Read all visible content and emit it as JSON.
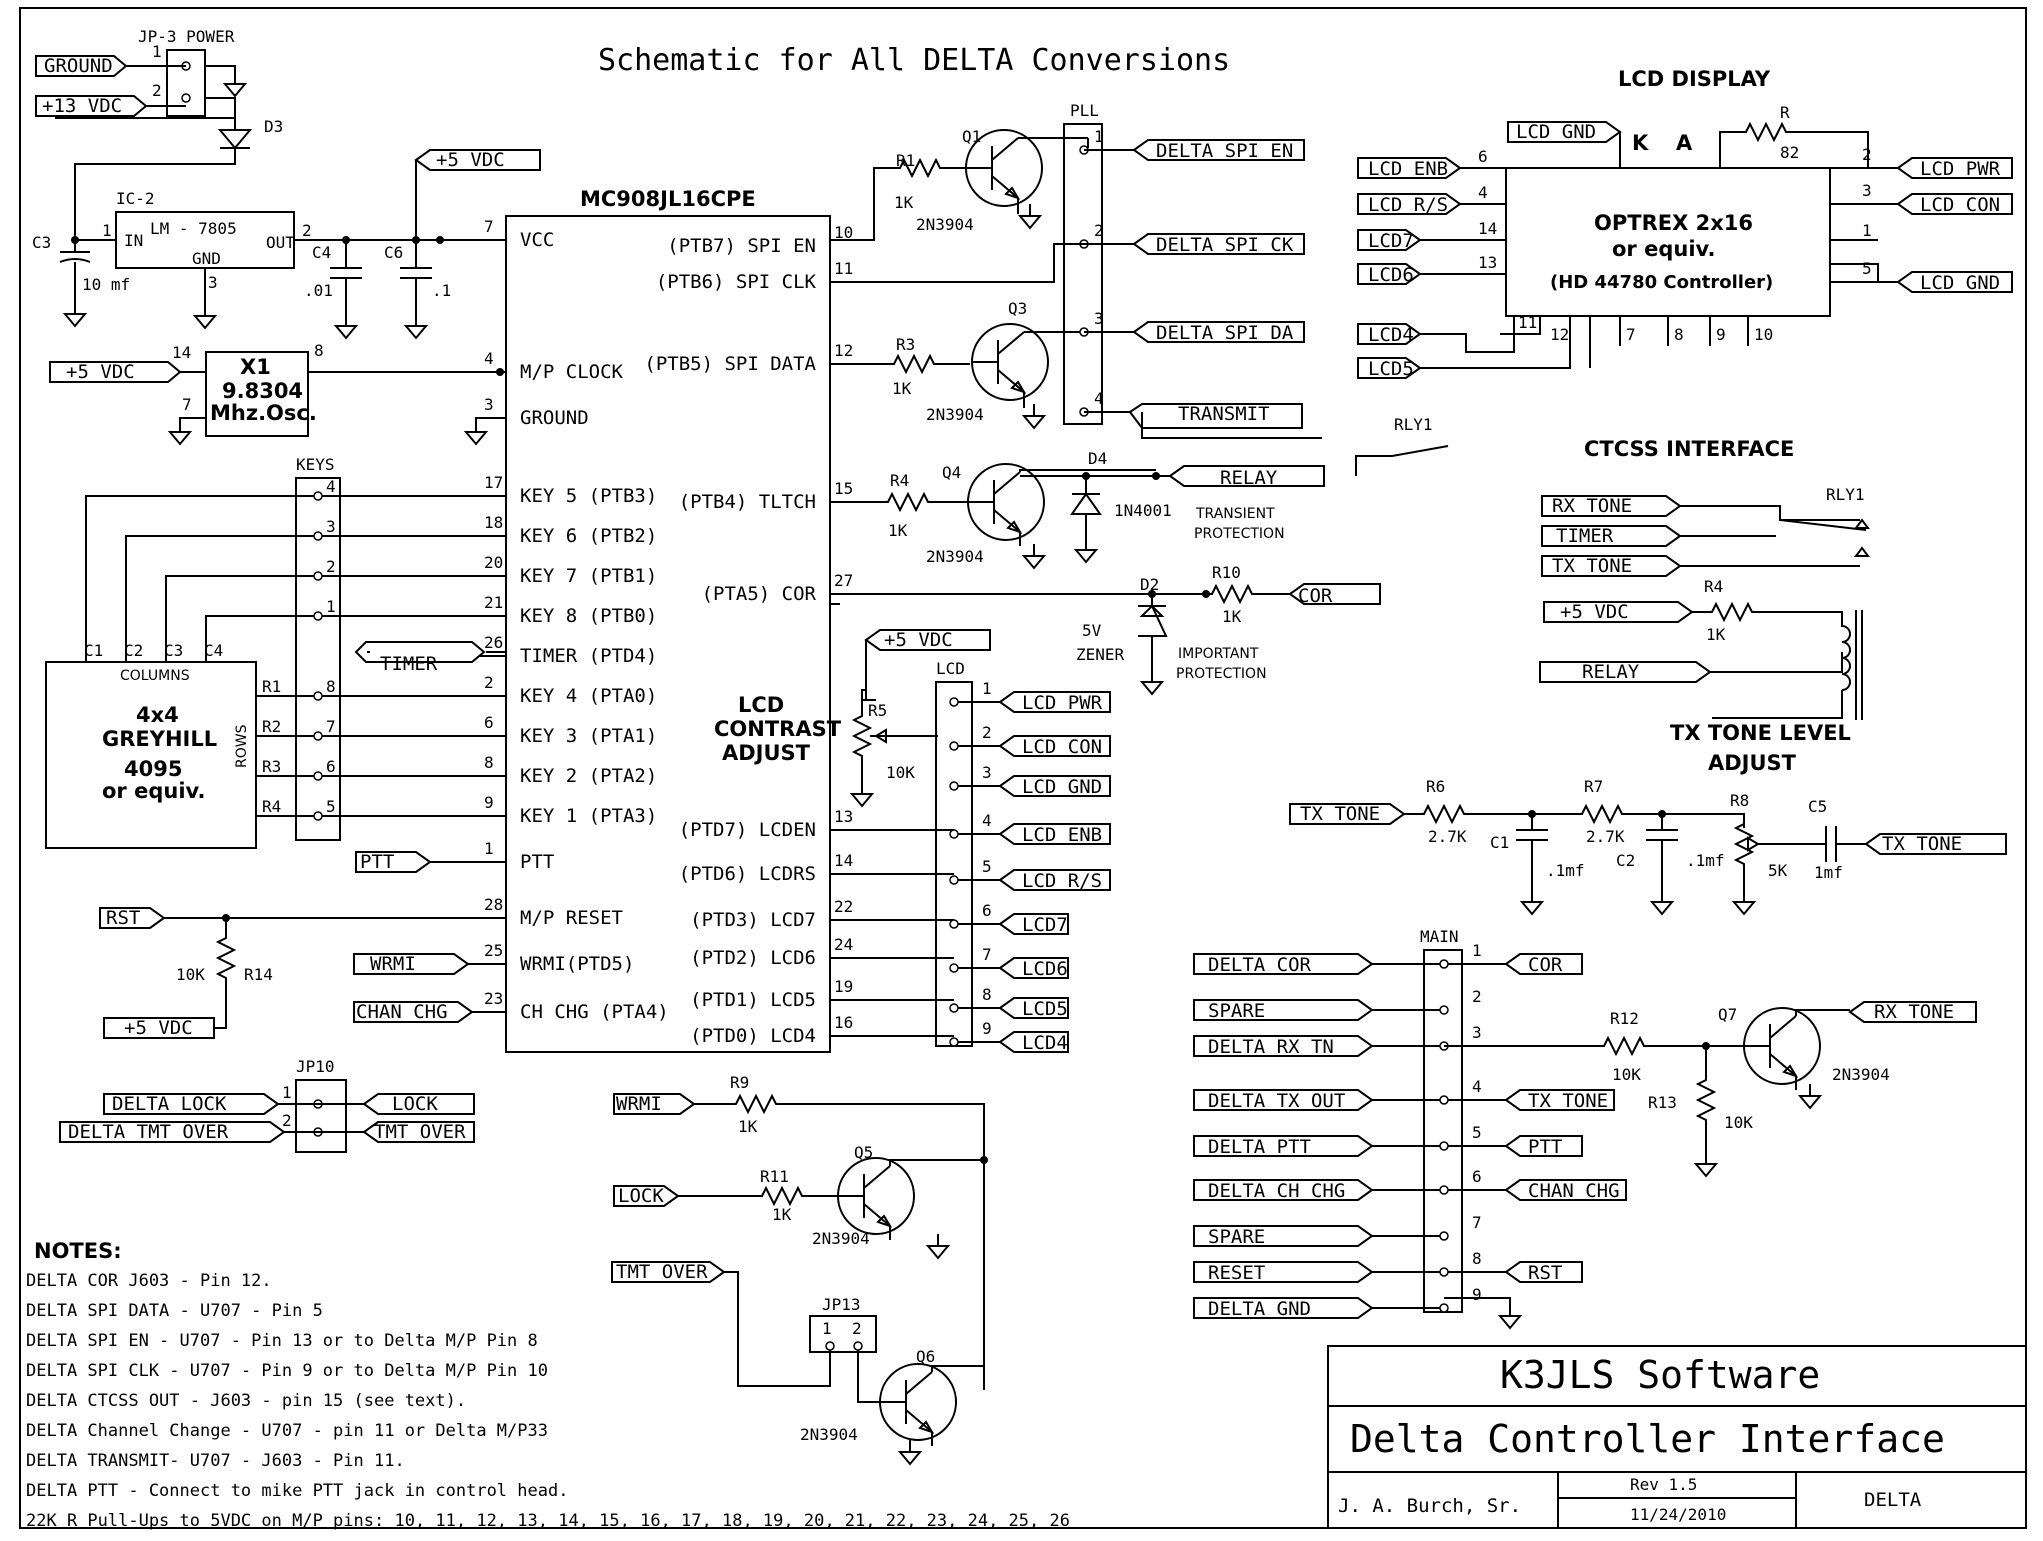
{
  "title": "Schematic for All DELTA Conversions",
  "mcu": {
    "name": "MC908JL16CPE",
    "left_pins": [
      {
        "num": "7",
        "label": "VCC"
      },
      {
        "num": "4",
        "label": "M/P CLOCK"
      },
      {
        "num": "3",
        "label": "GROUND"
      },
      {
        "num": "17",
        "label": "KEY 5 (PTB3)"
      },
      {
        "num": "18",
        "label": "KEY 6 (PTB2)"
      },
      {
        "num": "20",
        "label": "KEY 7 (PTB1)"
      },
      {
        "num": "21",
        "label": "KEY 8 (PTB0)"
      },
      {
        "num": "26",
        "label": "TIMER (PTD4)"
      },
      {
        "num": "2",
        "label": "KEY 4 (PTA0)"
      },
      {
        "num": "6",
        "label": "KEY 3 (PTA1)"
      },
      {
        "num": "8",
        "label": "KEY 2 (PTA2)"
      },
      {
        "num": "9",
        "label": "KEY 1 (PTA3)"
      },
      {
        "num": "1",
        "label": "PTT"
      },
      {
        "num": "28",
        "label": "M/P RESET"
      },
      {
        "num": "25",
        "label": "WRMI(PTD5)"
      },
      {
        "num": "23",
        "label": "CH CHG (PTA4)"
      }
    ],
    "right_pins": [
      {
        "num": "10",
        "label": "(PTB7) SPI EN"
      },
      {
        "num": "11",
        "label": "(PTB6) SPI CLK"
      },
      {
        "num": "12",
        "label": "(PTB5) SPI DATA"
      },
      {
        "num": "15",
        "label": "(PTB4) TLTCH"
      },
      {
        "num": "27",
        "label": "(PTA5) COR"
      },
      {
        "num": "13",
        "label": "(PTD7) LCDEN"
      },
      {
        "num": "14",
        "label": "(PTD6) LCDRS"
      },
      {
        "num": "22",
        "label": "(PTD3) LCD7"
      },
      {
        "num": "24",
        "label": "(PTD2) LCD6"
      },
      {
        "num": "19",
        "label": "(PTD1) LCD5"
      },
      {
        "num": "16",
        "label": "(PTD0) LCD4"
      }
    ],
    "contrast": [
      "LCD",
      "CONTRAST",
      "ADJUST"
    ]
  },
  "power": {
    "jp3": "JP-3 POWER",
    "ground": "GROUND",
    "v13": "+13 VDC",
    "pin1": "1",
    "pin2": "2",
    "d3": "D3",
    "ic2": "IC-2",
    "reg": "LM - 7805",
    "in": "IN",
    "out": "OUT",
    "gnd": "GND",
    "p1": "1",
    "p2": "2",
    "p3": "3",
    "c3": "C3",
    "c3v": "10 mf",
    "c4": "C4",
    "c4v": ".01",
    "c6": "C6",
    "c6v": ".1",
    "v5": "+5 VDC"
  },
  "osc": {
    "v5": "+5 VDC",
    "pin14": "14",
    "pin8": "8",
    "pin7": "7",
    "x1": "X1",
    "freq": "9.8304",
    "desc": "Mhz.Osc."
  },
  "keys": {
    "header": "KEYS",
    "pins": [
      "4",
      "3",
      "2",
      "1",
      "8",
      "7",
      "6",
      "5"
    ],
    "cols": [
      "C1",
      "C2",
      "C3",
      "C4"
    ],
    "rows": [
      "R1",
      "R2",
      "R3",
      "R4"
    ],
    "columns": "COLUMNS",
    "rows_label": "ROWS",
    "name": [
      "4x4",
      "GREYHILL",
      "4095",
      "or equiv."
    ],
    "timer": "TIMER",
    "ptt": "PTT"
  },
  "reset": {
    "rst": "RST",
    "r14": "R14",
    "r14v": "10K",
    "v5": "+5 VDC",
    "wrmi": "WRMI",
    "chanchg": "CHAN CHG"
  },
  "jp10": {
    "name": "JP10",
    "p1": "1",
    "p2": "2",
    "dlock": "DELTA LOCK",
    "dtmt": "DELTA TMT OVER",
    "lock": "LOCK",
    "tmt": "TMT OVER"
  },
  "transistors": {
    "q1": "Q1",
    "r1": "R1",
    "r1v": "1K",
    "q1t": "2N3904",
    "q3": "Q3",
    "r3": "R3",
    "r3v": "1K",
    "q3t": "2N3904",
    "q4": "Q4",
    "r4": "R4",
    "r4v": "1K",
    "q4t": "2N3904",
    "d4": "D4",
    "d4t": "1N4001",
    "trans": [
      "TRANSIENT",
      "PROTECTION"
    ],
    "relay": "RELAY",
    "d2": "D2",
    "zener": [
      "5V",
      "ZENER"
    ],
    "imp": [
      "IMPORTANT",
      "PROTECTION"
    ],
    "r10": "R10",
    "r10v": "1K",
    "cor": "COR"
  },
  "pll": {
    "name": "PLL",
    "pins": [
      "1",
      "2",
      "3",
      "4"
    ],
    "labels": [
      "DELTA SPI EN",
      "DELTA SPI CK",
      "DELTA SPI DA",
      "TRANSMIT"
    ],
    "rly": "RLY1"
  },
  "lcdconn": {
    "name": "LCD",
    "v5": "+5 VDC",
    "r5": "R5",
    "r5v": "10K",
    "pins": [
      "1",
      "2",
      "3",
      "4",
      "5",
      "6",
      "7",
      "8",
      "9"
    ],
    "labels": [
      "LCD PWR",
      "LCD CON",
      "LCD GND",
      "LCD ENB",
      "LCD R/S",
      "LCD7",
      "LCD6",
      "LCD5",
      "LCD4"
    ]
  },
  "lcd": {
    "header": "LCD DISPLAY",
    "name": [
      "OPTREX 2x16",
      "or equiv.",
      "(HD 44780 Controller)"
    ],
    "k": "K",
    "a": "A",
    "r": "R",
    "rv": "82",
    "left": [
      {
        "label": "LCD GND",
        "pin": ""
      },
      {
        "label": "LCD ENB",
        "pin": "6"
      },
      {
        "label": "LCD R/S",
        "pin": "4"
      },
      {
        "label": "LCD7",
        "pin": "14"
      },
      {
        "label": "LCD6",
        "pin": "13"
      },
      {
        "label": "LCD4",
        "pin": "11"
      },
      {
        "label": "LCD5",
        "pin": "12"
      }
    ],
    "bottom": [
      "7",
      "8",
      "9",
      "10"
    ],
    "right": [
      {
        "label": "LCD PWR",
        "pin": "2"
      },
      {
        "label": "LCD CON",
        "pin": "3"
      },
      {
        "label": "LCD GND",
        "pin": "5"
      }
    ],
    "pin1": "1"
  },
  "ctcss": {
    "header": "CTCSS INTERFACE",
    "rly": "RLY1",
    "rx": "RX TONE",
    "timer": "TIMER",
    "tx": "TX TONE",
    "v5": "+5 VDC",
    "r4": "R4",
    "r4v": "1K",
    "relay": "RELAY"
  },
  "txlevel": {
    "header": [
      "TX TONE LEVEL",
      "ADJUST"
    ],
    "in": "TX TONE",
    "out": "TX TONE",
    "r6": "R6",
    "r6v": "2.7K",
    "r7": "R7",
    "r7v": "2.7K",
    "c1": "C1",
    "c1v": ".1mf",
    "c2": "C2",
    "c2v": ".1mf",
    "r8": "R8",
    "r8v": "5K",
    "c5": "C5",
    "c5v": "1mf"
  },
  "main": {
    "name": "MAIN",
    "left": [
      "DELTA  COR",
      "SPARE",
      "DELTA RX TN",
      "DELTA TX OUT",
      "DELTA PTT",
      "DELTA CH CHG",
      "SPARE",
      "RESET",
      "DELTA GND"
    ],
    "pins": [
      "1",
      "2",
      "3",
      "4",
      "5",
      "6",
      "7",
      "8",
      "9"
    ],
    "right": [
      "COR",
      "",
      "",
      "TX TONE",
      "PTT",
      "CHAN CHG",
      "",
      "RST",
      ""
    ],
    "r12": "R12",
    "r12v": "10K",
    "r13": "R13",
    "r13v": "10K",
    "q7": "Q7",
    "q7t": "2N3904",
    "rx": "RX TONE"
  },
  "lower": {
    "wrmi": "WRMI",
    "r9": "R9",
    "r9v": "1K",
    "lock": "LOCK",
    "r11": "R11",
    "r11v": "1K",
    "q5": "Q5",
    "q5t": "2N3904",
    "tmt": "TMT OVER",
    "jp13": "JP13",
    "p1": "1",
    "p2": "2",
    "q6": "Q6",
    "q6t": "2N3904"
  },
  "notes": {
    "header": "NOTES:",
    "lines": [
      "DELTA COR J603 - Pin 12.",
      "DELTA SPI DATA - U707 - Pin 5",
      "DELTA SPI EN - U707 - Pin 13 or to Delta M/P Pin 8",
      "DELTA SPI CLK - U707 - Pin 9 or to Delta M/P Pin 10",
      "DELTA CTCSS OUT - J603 - pin 15 (see text).",
      "DELTA Channel Change - U707 - pin 11 or Delta M/P33",
      "DELTA TRANSMIT- U707 - J603 - Pin 11.",
      "DELTA PTT - Connect to mike PTT jack in control head.",
      "22K R Pull-Ups to 5VDC on M/P pins: 10, 11, 12, 13, 14, 15, 16, 17, 18, 19, 20, 21, 22, 23, 24, 25, 26"
    ]
  },
  "titleblock": {
    "company": "K3JLS Software",
    "project": "Delta Controller Interface",
    "author": "J. A. Burch, Sr.",
    "rev": "Rev 1.5",
    "date": "11/24/2010",
    "name": "DELTA"
  }
}
